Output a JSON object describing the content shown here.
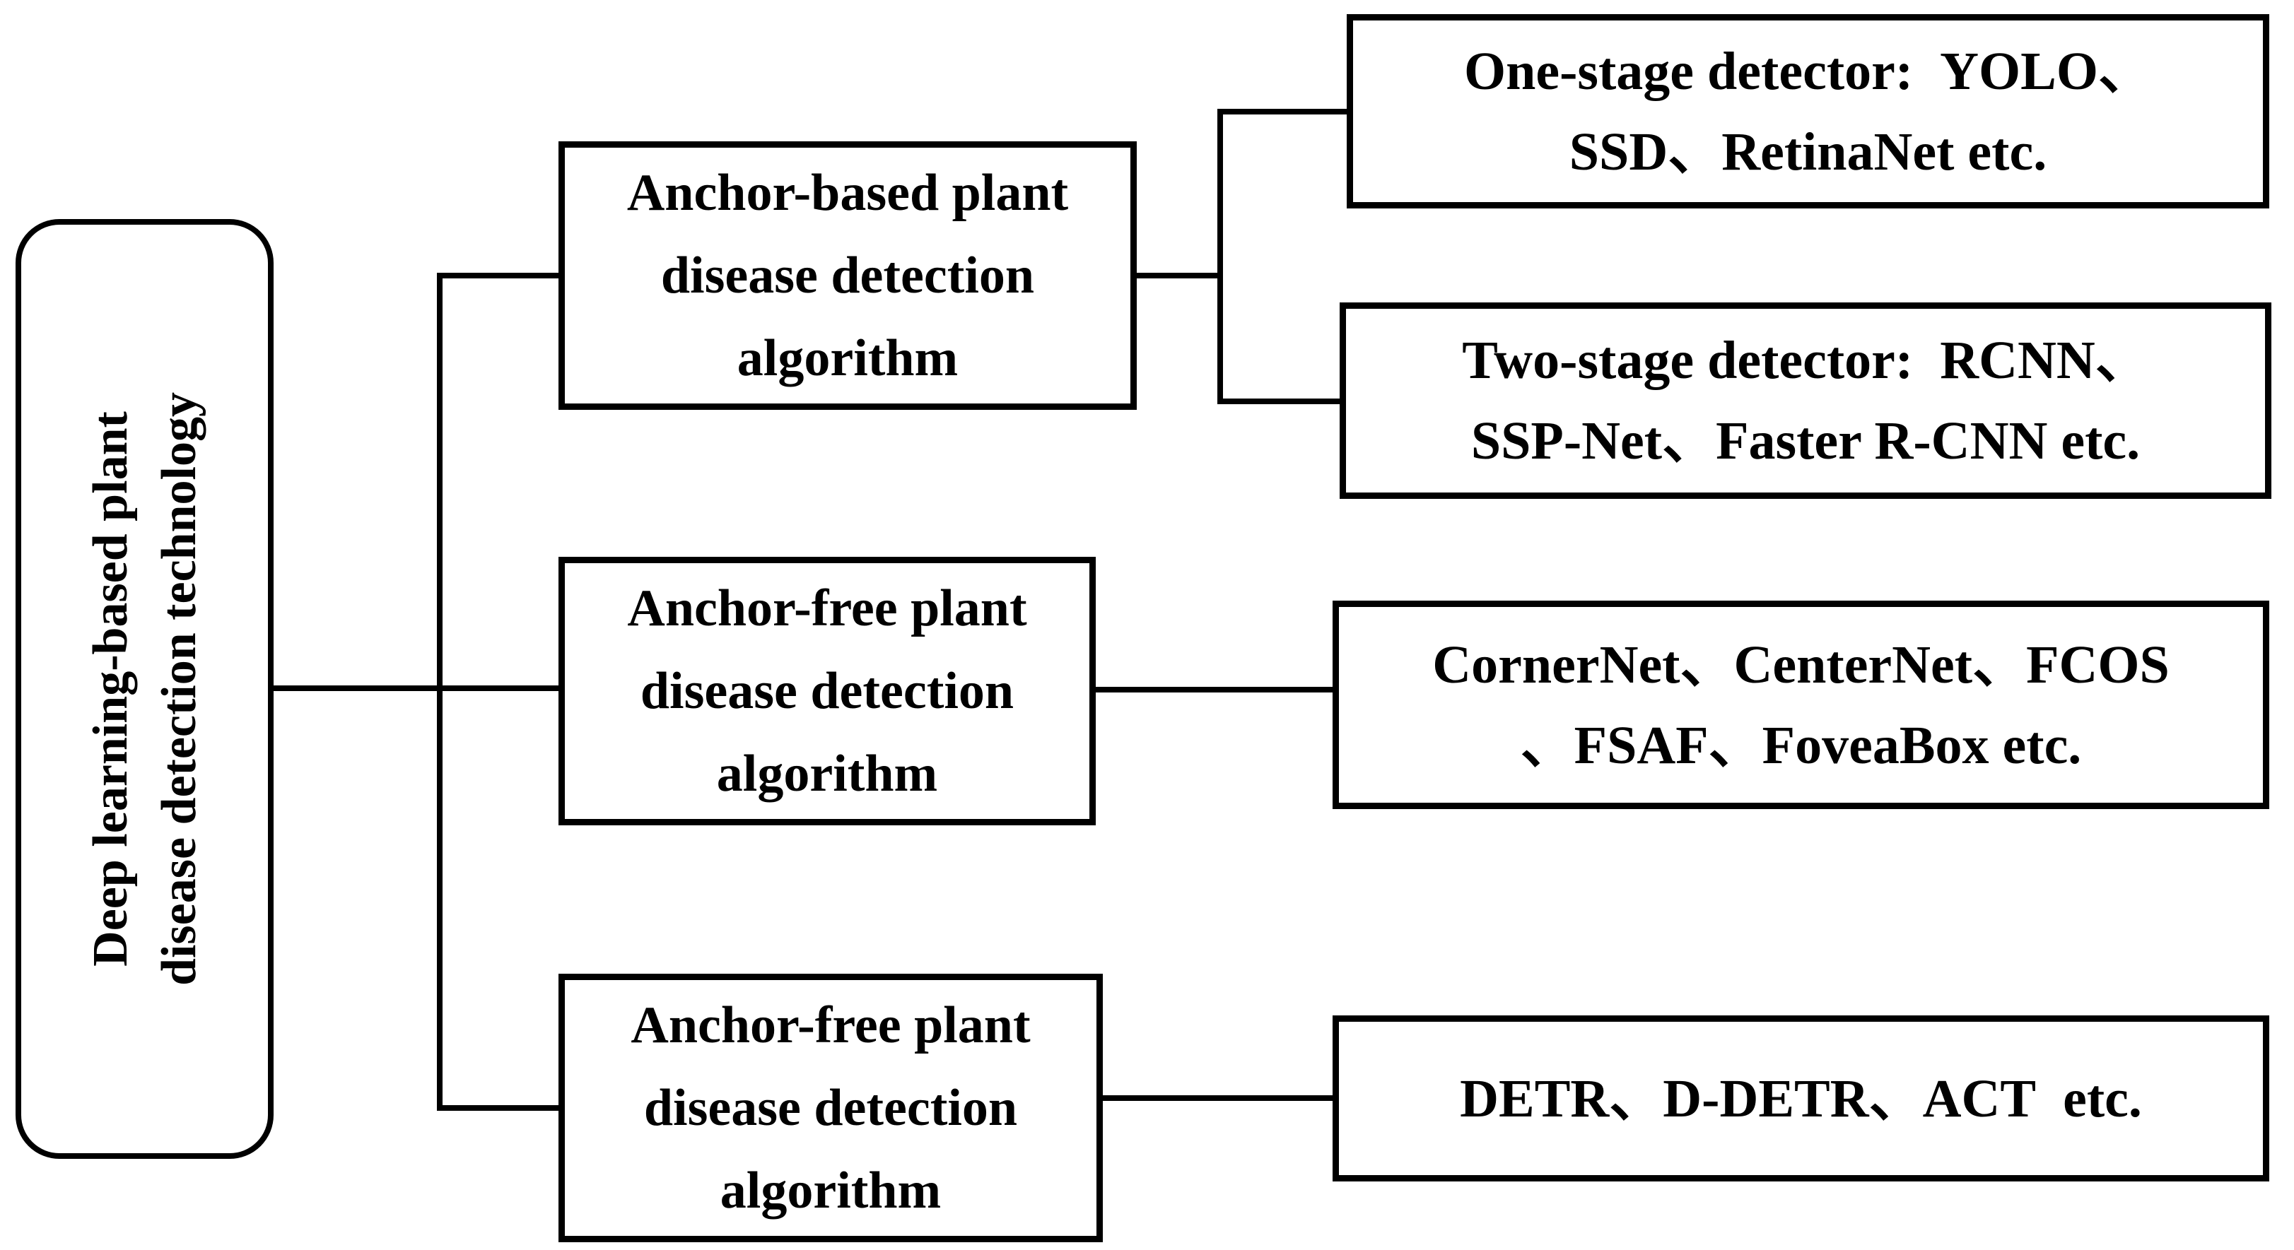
{
  "diagram": {
    "background_color": "#ffffff",
    "line_color": "#000000",
    "text_color": "#000000",
    "root": {
      "lines": [
        "Deep learning-based plant",
        "disease detection technology"
      ]
    },
    "branches": {
      "anchor_based": {
        "lines": [
          "Anchor-based plant",
          "disease detection",
          "algorithm"
        ]
      },
      "anchor_free_1": {
        "lines": [
          "Anchor-free plant",
          "disease detection",
          "algorithm"
        ]
      },
      "anchor_free_2": {
        "lines": [
          "Anchor-free plant",
          "disease detection",
          "algorithm"
        ]
      }
    },
    "leaves": {
      "one_stage": {
        "lines": [
          "One-stage detector:  YOLO、",
          "SSD、RetinaNet etc."
        ]
      },
      "two_stage": {
        "lines": [
          "Two-stage detector:  RCNN、",
          "SSP-Net、Faster R-CNN etc."
        ]
      },
      "anchor_free_models": {
        "lines": [
          "CornerNet、CenterNet、FCOS",
          "、FSAF、FoveaBox etc."
        ]
      },
      "transformer_models": {
        "lines": [
          "DETR、D-DETR、ACT  etc."
        ]
      }
    }
  }
}
